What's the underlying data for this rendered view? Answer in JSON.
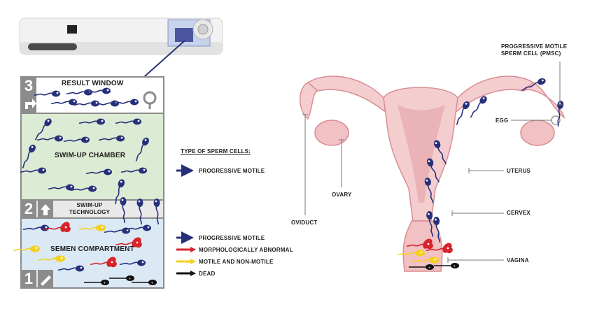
{
  "device": {
    "result_window_title": "RESULT WINDOW",
    "swim_up_chamber_label": "SWIM-UP CHAMBER",
    "swim_up_technology_label": "SWIM-UP\nTECHNOLOGY",
    "semen_compartment_label": "SEMEN COMPARTMENT",
    "steps": [
      "1",
      "2",
      "3"
    ]
  },
  "legend": {
    "title": "TYPE OF SPERM CELLS:",
    "top_item": "PROGRESSIVE MOTILE",
    "items": [
      {
        "label": "PROGRESSIVE MOTILE",
        "color": "#26307a"
      },
      {
        "label": "MORPHOLOGICALLY ABNORMAL",
        "color": "#d8232a"
      },
      {
        "label": "MOTILE AND NON-MOTILE",
        "color": "#f5d020"
      },
      {
        "label": "DEAD",
        "color": "#111111"
      }
    ]
  },
  "anatomy": {
    "pmsc": "PROGRESSIVE MOTILE\nSPERM CELL (PMSC)",
    "egg": "EGG",
    "uterus": "UTERUS",
    "ovary": "OVARY",
    "cervex": "CERVEX",
    "oviduct": "OVIDUCT",
    "vagina": "VAGINA"
  },
  "colors": {
    "progressive": "#26307a",
    "abnormal": "#d8232a",
    "motile": "#f5d020",
    "dead": "#111111",
    "chamber_green": "#dcebd3",
    "semen_blue": "#dbe9f5",
    "tissue_pink": "#f4cdcf",
    "step_gray": "#8c8c8c"
  }
}
